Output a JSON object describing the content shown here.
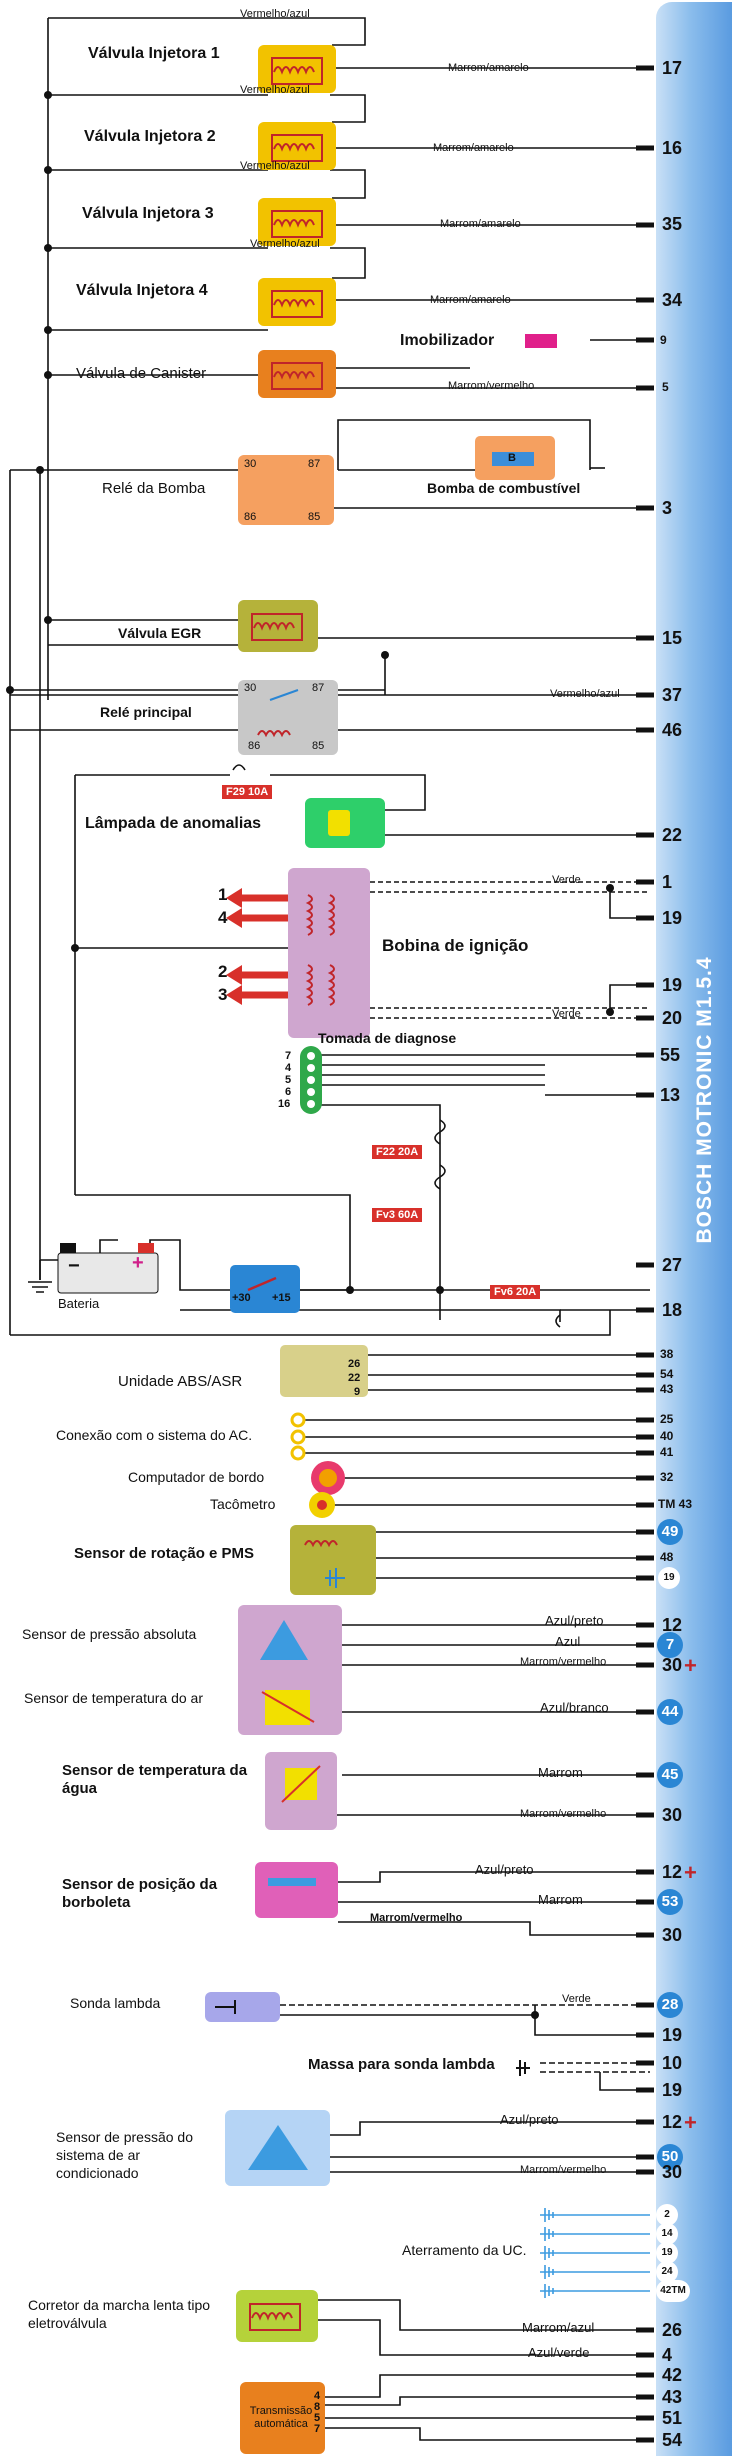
{
  "ecu": {
    "title": "BOSCH MOTRONIC M1.5.4"
  },
  "injectors": [
    {
      "name": "Válvula Injetora 1",
      "top_wire": "Vermelho/azul",
      "wire": "Marrom/amarelo",
      "pin": "17"
    },
    {
      "name": "Válvula Injetora 2",
      "top_wire": "Vermelho/azul",
      "wire": "Marrom/amarelo",
      "pin": "16"
    },
    {
      "name": "Válvula Injetora 3",
      "top_wire": "Vermelho/azul",
      "wire": "Marrom/amarelo",
      "pin": "35"
    },
    {
      "name": "Válvula Injetora 4",
      "top_wire": "Vermelho/azul",
      "wire": "Marrom/amarelo",
      "pin": "34"
    }
  ],
  "immobilizer": {
    "label": "Imobilizador",
    "pin": "9"
  },
  "canister": {
    "label": "Válvula de Canister",
    "wire": "Marrom/vermelho",
    "pin": "5"
  },
  "pump_relay": {
    "label": "Relé da Bomba",
    "t30": "30",
    "t87": "87",
    "t86": "86",
    "t85": "85",
    "pin": "3"
  },
  "fuel_pump": {
    "label": "Bomba de combustível",
    "letter": "B"
  },
  "egr": {
    "label": "Válvula EGR",
    "pin": "15"
  },
  "main_relay": {
    "label": "Relé principal",
    "t30": "30",
    "t87": "87",
    "t86": "86",
    "t85": "85",
    "wire": "Vermelho/azul",
    "pin_a": "37",
    "pin_b": "46"
  },
  "mil": {
    "label": "Lâmpada de anomalias",
    "fuse": "F29 10A",
    "pin": "22"
  },
  "coil": {
    "label": "Bobina de ignição",
    "wire_a": "Verde",
    "wire_b": "Verde",
    "pins": [
      "1",
      "19",
      "19",
      "20"
    ],
    "outputs": [
      "1",
      "4",
      "2",
      "3"
    ]
  },
  "diag": {
    "label": "Tomada de diagnose",
    "pins": [
      "7",
      "4",
      "5",
      "6",
      "16"
    ],
    "ecu_pins": [
      "55",
      "13"
    ]
  },
  "battery": {
    "label": "Bateria",
    "minus": "−",
    "plus": "+"
  },
  "fuses": {
    "f22": "F22 20A",
    "fv3": "Fv3 60A",
    "fv6": "Fv6 20A"
  },
  "ignition": {
    "t30": "+30",
    "t15": "+15",
    "pin_a": "27",
    "pin_b": "18"
  },
  "abs": {
    "label": "Unidade ABS/ASR",
    "terminals": [
      "26",
      "22",
      "9"
    ],
    "pins": [
      "38",
      "54",
      "43"
    ]
  },
  "ac_conn": {
    "label": "Conexão com o sistema do AC.",
    "pins": [
      "25",
      "40",
      "41"
    ]
  },
  "board_computer": {
    "label": "Computador de bordo",
    "pin": "32"
  },
  "tachometer": {
    "label": "Tacômetro",
    "pin": "TM 43"
  },
  "rpm_sensor": {
    "label": "Sensor de rotação e PMS",
    "pins": [
      "49",
      "48",
      "19"
    ]
  },
  "map_sensor": {
    "label": "Sensor de pressão absoluta",
    "wires": [
      "Azul/preto",
      "Azul",
      "Marrom/vermelho"
    ],
    "pins": [
      "12",
      "7",
      "30"
    ]
  },
  "air_temp": {
    "label": "Sensor de temperatura do ar",
    "wire": "Azul/branco",
    "pin": "44"
  },
  "water_temp": {
    "label": "Sensor de temperatura da água",
    "wires": [
      "Marrom",
      "Marrom/vermelho"
    ],
    "pins": [
      "45",
      "30"
    ]
  },
  "tps": {
    "label": "Sensor de posição da borboleta",
    "wires": [
      "Azul/preto",
      "Marrom",
      "Marrom/vermelho"
    ],
    "pins": [
      "12",
      "53",
      "30"
    ]
  },
  "lambda": {
    "label": "Sonda lambda",
    "wire": "Verde",
    "pins": [
      "28",
      "19"
    ]
  },
  "lambda_ground": {
    "label": "Massa para sonda lambda",
    "pins": [
      "10",
      "19"
    ]
  },
  "ac_pressure": {
    "label": "Sensor de pressão do sistema de ar condicionado",
    "wires": [
      "Azul/preto",
      "Marrom/vermelho"
    ],
    "pins": [
      "12",
      "50",
      "30"
    ]
  },
  "grounding": {
    "label": "Aterramento da UC.",
    "pins": [
      "2",
      "14",
      "19",
      "24",
      "42TM"
    ]
  },
  "idle": {
    "label": "Corretor da marcha lenta tipo eletroválvula",
    "wires": [
      "Marrom/azul",
      "Azul/verde"
    ],
    "pins": [
      "26",
      "4"
    ]
  },
  "transmission": {
    "label": "Transmissão automática",
    "terminals": [
      "4",
      "8",
      "5",
      "7"
    ],
    "pins": [
      "42",
      "43",
      "51",
      "54"
    ]
  },
  "colors": {
    "ecu": "#5a9be0",
    "yellow": "#f2c200",
    "orange": "#e8801e",
    "olive": "#b5b23a",
    "pink": "#e060b8",
    "lilac": "#cfa6cf",
    "green": "#2ecf6a",
    "red": "#d8302a",
    "blue_circle": "#2a86d4"
  }
}
